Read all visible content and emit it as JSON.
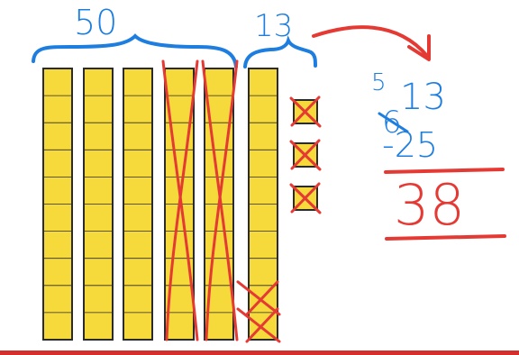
{
  "labels": {
    "tens_total": "50",
    "rest_total": "13"
  },
  "algorithm": {
    "tens_regrouped": "5",
    "ones_regrouped": "13",
    "crossed_tens": "6",
    "subtrahend": "-25",
    "difference": "38"
  },
  "blocks": {
    "tens_rods": 6,
    "rod_units": 10,
    "crossed_rods": [
      4,
      5
    ],
    "crossed_units_on_last_rod": 2,
    "ones_units": 3,
    "crossed_ones_units": 3
  },
  "colors": {
    "block_fill": "#f6d93a",
    "block_stroke": "#2b2b2b",
    "blue_ink": "#1e7ee0",
    "red_ink": "#e53a34",
    "bottom_rule": "#d62d2d"
  }
}
